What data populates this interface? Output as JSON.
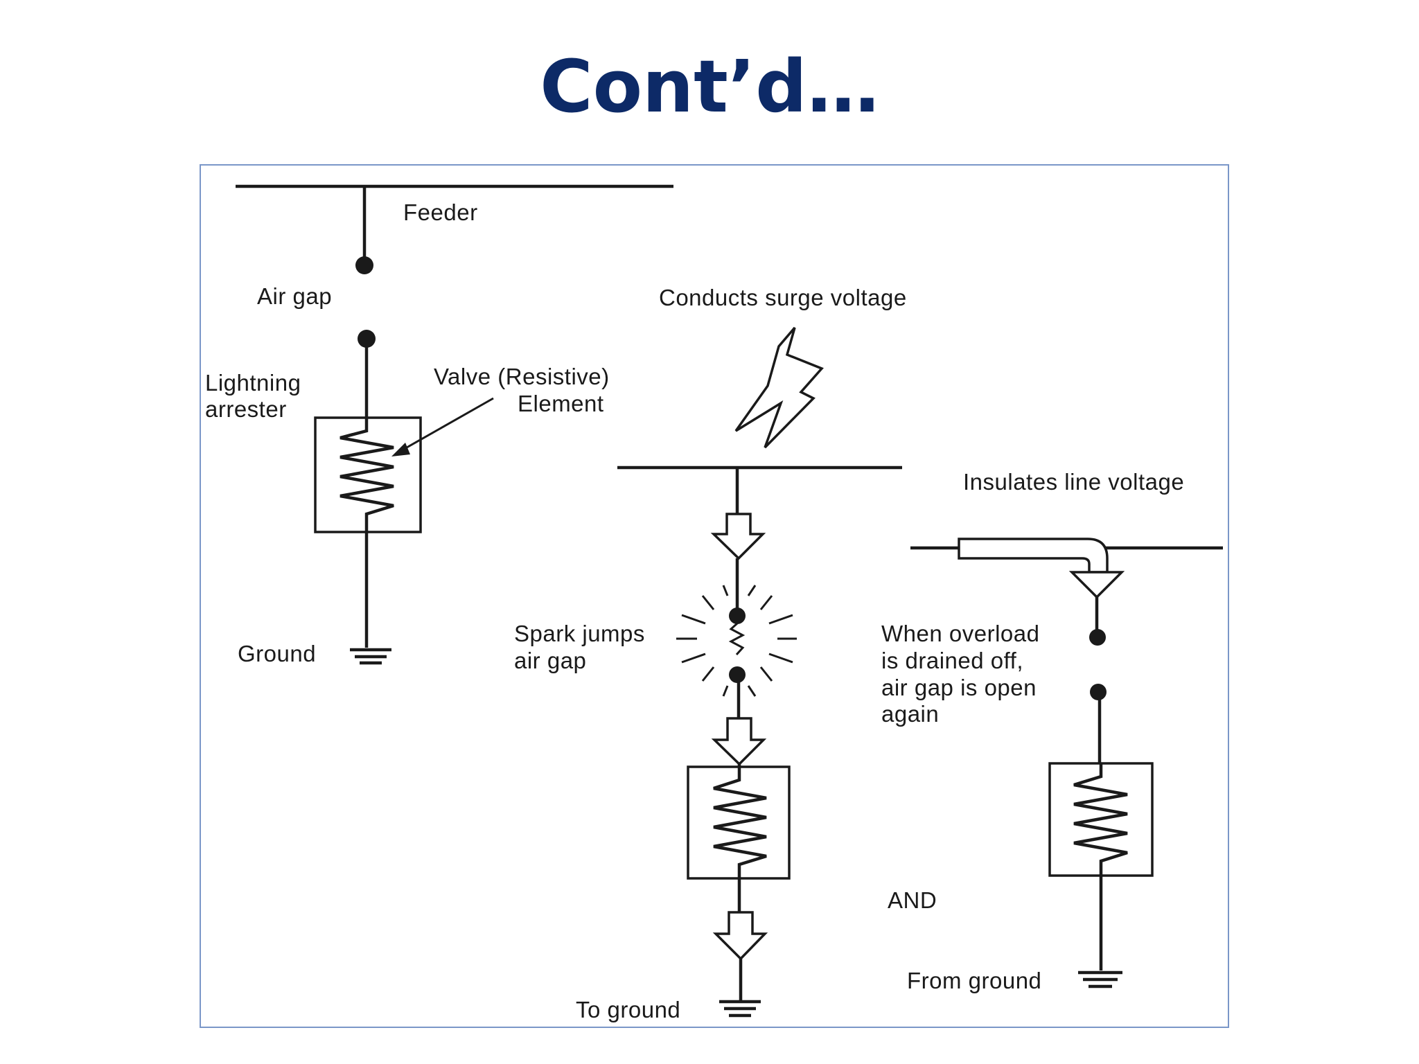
{
  "slide": {
    "title": "Cont’d…"
  },
  "diagram": {
    "left_panel": {
      "feeder_label": "Feeder",
      "air_gap_label": "Air gap",
      "arrester_label_line1": "Lightning",
      "arrester_label_line2": "arrester",
      "valve_label_line1": "Valve (Resistive)",
      "valve_label_line2": "Element",
      "ground_label": "Ground"
    },
    "middle_panel": {
      "surge_label": "Conducts surge voltage",
      "spark_label_line1": "Spark jumps",
      "spark_label_line2": "air gap",
      "to_ground_label": "To ground"
    },
    "right_panel": {
      "insulates_label": "Insulates line voltage",
      "overload_label_line1": "When overload",
      "overload_label_line2": "is drained off,",
      "overload_label_line3": "air gap is open",
      "overload_label_line4": "again",
      "and_label": "AND",
      "from_ground_label": "From ground"
    }
  }
}
